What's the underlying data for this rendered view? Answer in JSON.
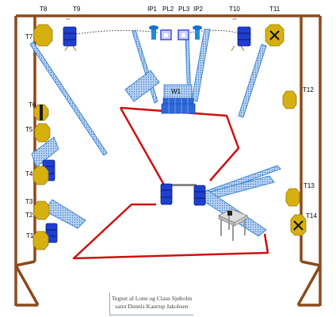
{
  "colors": {
    "frame": "#8b4a1c",
    "course": "#cc1111",
    "fence_yellow": "#d6b00f",
    "barrel_blue": "#1f3fd0",
    "panel_blue": "#3d88d6",
    "panel_fill": "#a9c8ee",
    "bar_gray": "#888888"
  },
  "labels": {
    "t1": "T1",
    "t2": "T2",
    "t3": "T3",
    "t4": "T4",
    "t5": "T5",
    "t6": "T6",
    "t7": "T7",
    "t8": "T8",
    "t9": "T9",
    "t10": "T10",
    "t11": "T11",
    "t12": "T12",
    "t13": "T13",
    "t14": "T14",
    "ip1": "IP1",
    "pl2": "PL2",
    "pl3": "PL3",
    "ip2": "IP2",
    "w1": "W1",
    "arrow": "⇔"
  },
  "credit": {
    "line1": "Tegnet af Lotte og Claus Sjøholm",
    "line2": "samt Dennis Kastrup Jakobsen"
  },
  "icons": [
    "double-arrow-icon",
    "cross-mark-icon",
    "table-icon"
  ]
}
